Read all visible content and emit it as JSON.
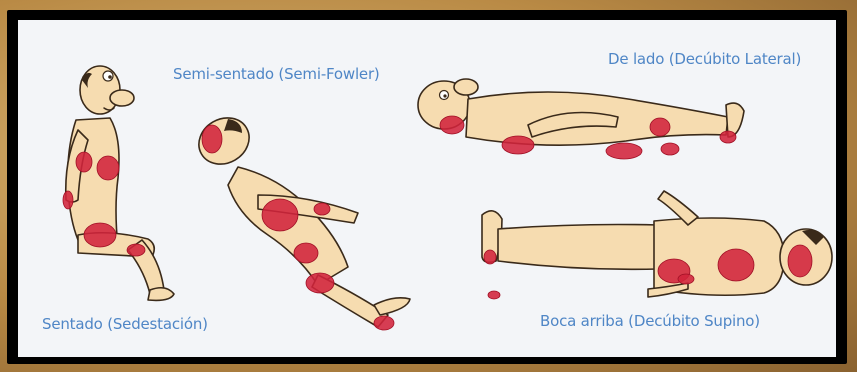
{
  "positions": [
    {
      "key": "sentado",
      "label": "Sentado (Sedestación)"
    },
    {
      "key": "semi_sentado",
      "label": "Semi-sentado (Semi-Fowler)"
    },
    {
      "key": "de_lado",
      "label": "De lado (Decúbito Lateral)"
    },
    {
      "key": "boca_arriba",
      "label": "Boca arriba (Decúbito Supino)"
    }
  ],
  "colors": {
    "label_text": "#4f86c6",
    "pressure_area": "#d2233b",
    "skin": "#f6dcb0",
    "panel_background": "#f3f5f8",
    "frame": "#000000"
  }
}
